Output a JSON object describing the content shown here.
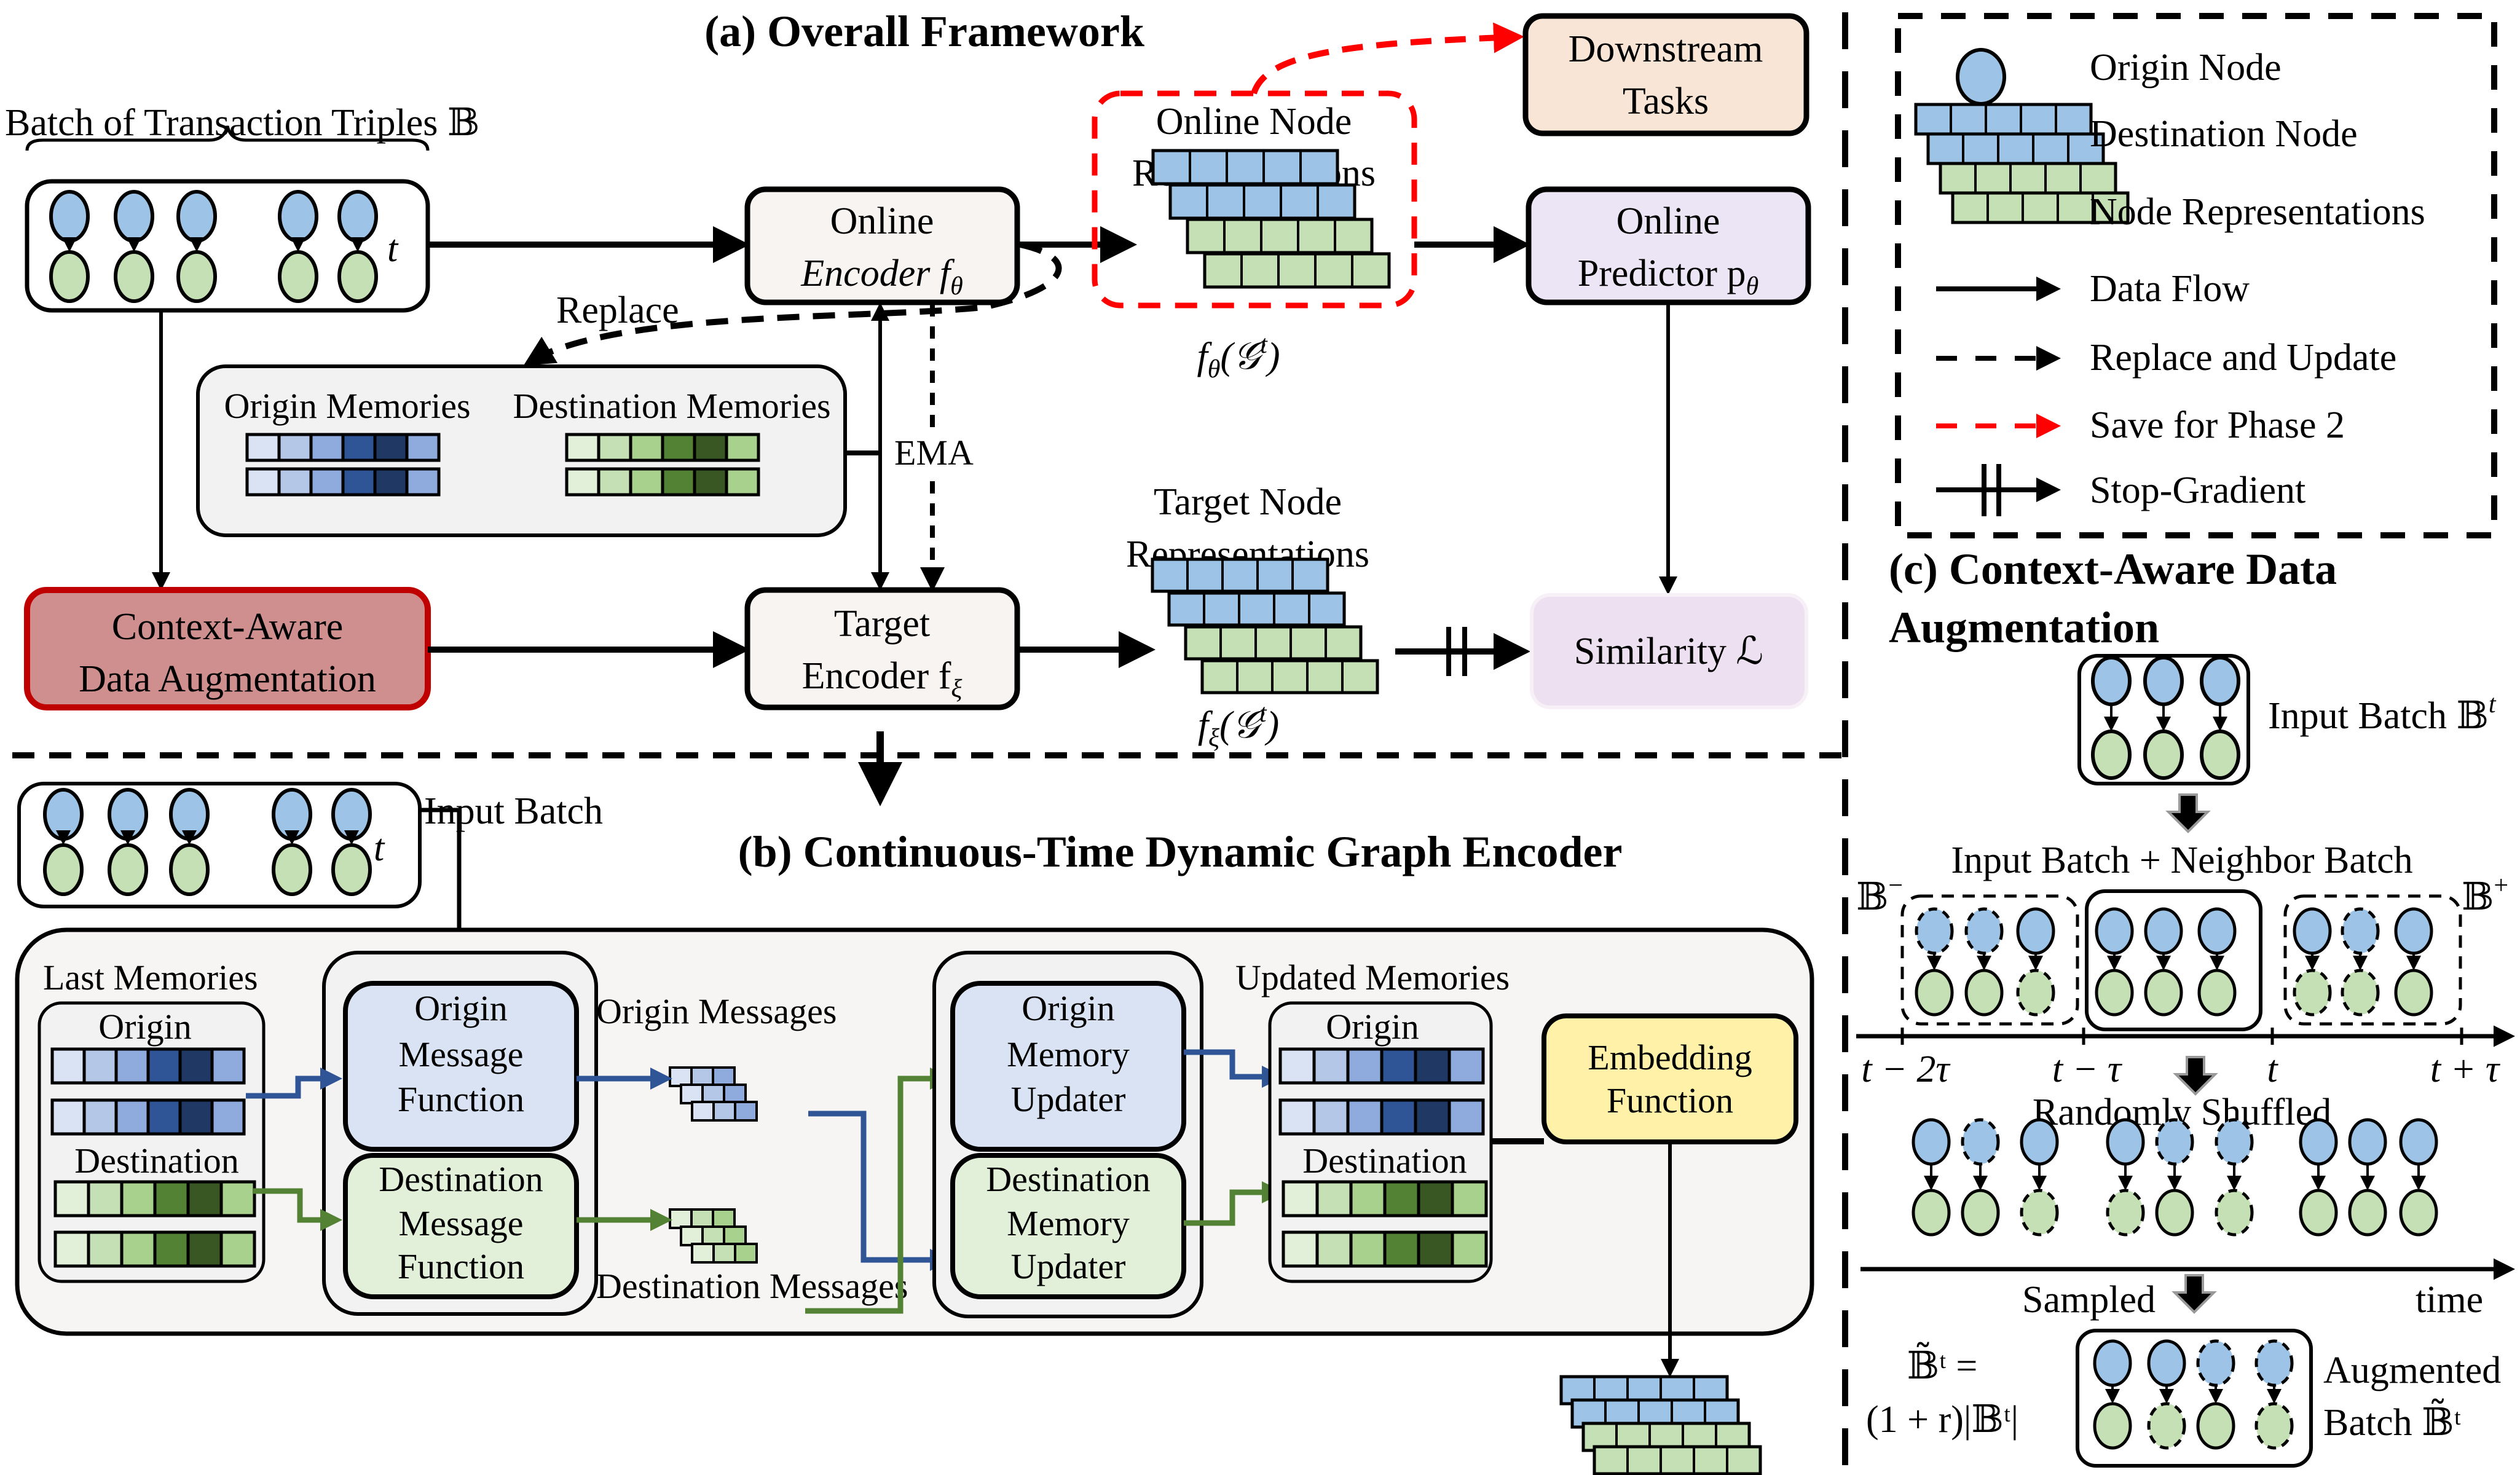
{
  "colors": {
    "origin_node": "#9dc3e6",
    "destination_node": "#c5e0b4",
    "origin_scale": [
      "#dae3f3",
      "#b4c7e7",
      "#8faadc",
      "#2f5597",
      "#203864",
      "#8faadc"
    ],
    "destination_scale": [
      "#e2f0d9",
      "#c5e0b4",
      "#a9d18e",
      "#548235",
      "#385723",
      "#a9d18e"
    ],
    "encoder_fill": "#f7f4f2",
    "memories_fill": "#f2f2f2",
    "augment_fill": "#d08f8f",
    "augment_border": "#c00000",
    "downstream_fill": "#f8e5d6",
    "predictor_fill": "#ebe5f5",
    "similarity_fill": "#ede0f0",
    "embedding_fill": "#fff2a8",
    "origin_fn_fill": "#dae3f3",
    "dest_fn_fill": "#e2f0d9",
    "blue_arrow": "#2f5597",
    "green_arrow": "#548235",
    "red_dash": "#ff0000",
    "panel_b_fill": "#f7f5f3"
  },
  "panel_a": {
    "title": "(a) Overall Framework",
    "batch_label": "Batch of Transaction Triples 𝔹",
    "batch_time": "t",
    "online_encoder": {
      "line1": "Online",
      "line2": "Encoder f",
      "sub": "θ"
    },
    "online_node_rep": {
      "line1": "Online Node",
      "line2": "Representations",
      "formula": "f",
      "formula_sub": "θ",
      "formula_arg": "(𝒢",
      "formula_sup": "t",
      "formula_end": ")"
    },
    "downstream": {
      "line1": "Downstream",
      "line2": "Tasks"
    },
    "online_predictor": {
      "line1": "Online",
      "line2": "Predictor p",
      "sub": "θ"
    },
    "replace_label": "Replace",
    "memories": {
      "origin_title": "Origin Memories",
      "destination_title": "Destination Memories"
    },
    "ema_label": "EMA",
    "augmentation": {
      "line1": "Context-Aware",
      "line2": "Data Augmentation"
    },
    "target_encoder": {
      "line1": "Target",
      "line2": "Encoder f",
      "sub": "ξ"
    },
    "target_node_rep": {
      "line1": "Target Node",
      "line2": "Representations",
      "formula": "f",
      "formula_sub": "ξ",
      "formula_arg": "(𝒢",
      "formula_sup": "t",
      "formula_end": ")"
    },
    "similarity": {
      "label": "Similarity ℒ"
    }
  },
  "panel_b": {
    "title": "(b) Continuous-Time Dynamic Graph Encoder",
    "input_batch_label": "Input Batch",
    "batch_time": "t",
    "last_memories": "Last Memories",
    "origin": "Origin",
    "destination": "Destination",
    "origin_msg_fn": {
      "line1": "Origin",
      "line2": "Message",
      "line3": "Function"
    },
    "dest_msg_fn": {
      "line1": "Destination",
      "line2": "Message",
      "line3": "Function"
    },
    "origin_messages": "Origin Messages",
    "destination_messages": "Destination Messages",
    "origin_mem_updater": {
      "line1": "Origin",
      "line2": "Memory",
      "line3": "Updater"
    },
    "dest_mem_updater": {
      "line1": "Destination",
      "line2": "Memory",
      "line3": "Updater"
    },
    "updated_memories": "Updated Memories",
    "embedding_fn": {
      "line1": "Embedding",
      "line2": "Function"
    }
  },
  "legend": {
    "items": [
      {
        "label": "Origin Node",
        "icon": "origin-node-icon"
      },
      {
        "label": "Destination Node",
        "icon": "destination-node-icon"
      },
      {
        "label": "Node Representations",
        "icon": "node-representations-icon"
      },
      {
        "label": "Data Flow",
        "icon": "solid-arrow-icon"
      },
      {
        "label": "Replace and Update",
        "icon": "dashed-arrow-icon"
      },
      {
        "label": "Save for Phase 2",
        "icon": "red-dashed-arrow-icon"
      },
      {
        "label": "Stop-Gradient",
        "icon": "stop-gradient-arrow-icon"
      }
    ]
  },
  "panel_c": {
    "title_line1": "(c) Context-Aware Data",
    "title_line2": "Augmentation",
    "input_batch": "Input Batch 𝔹",
    "input_batch_sup": "t",
    "neighbor_label": "Input Batch + Neighbor Batch",
    "b_minus": "𝔹",
    "b_minus_sup": "−",
    "b_plus": "𝔹",
    "b_plus_sup": "+",
    "ticks": [
      "t − 2τ",
      "t − τ",
      "t",
      "t + τ"
    ],
    "shuffled_label": "Randomly Shuffled",
    "sampled_label": "Sampled",
    "time_label": "time",
    "formula_line1": "𝔹̃ᵗ =",
    "formula_line2": "(1 + r)|𝔹ᵗ|",
    "augmented_line1": "Augmented",
    "augmented_line2": "Batch  𝔹̃ᵗ"
  }
}
